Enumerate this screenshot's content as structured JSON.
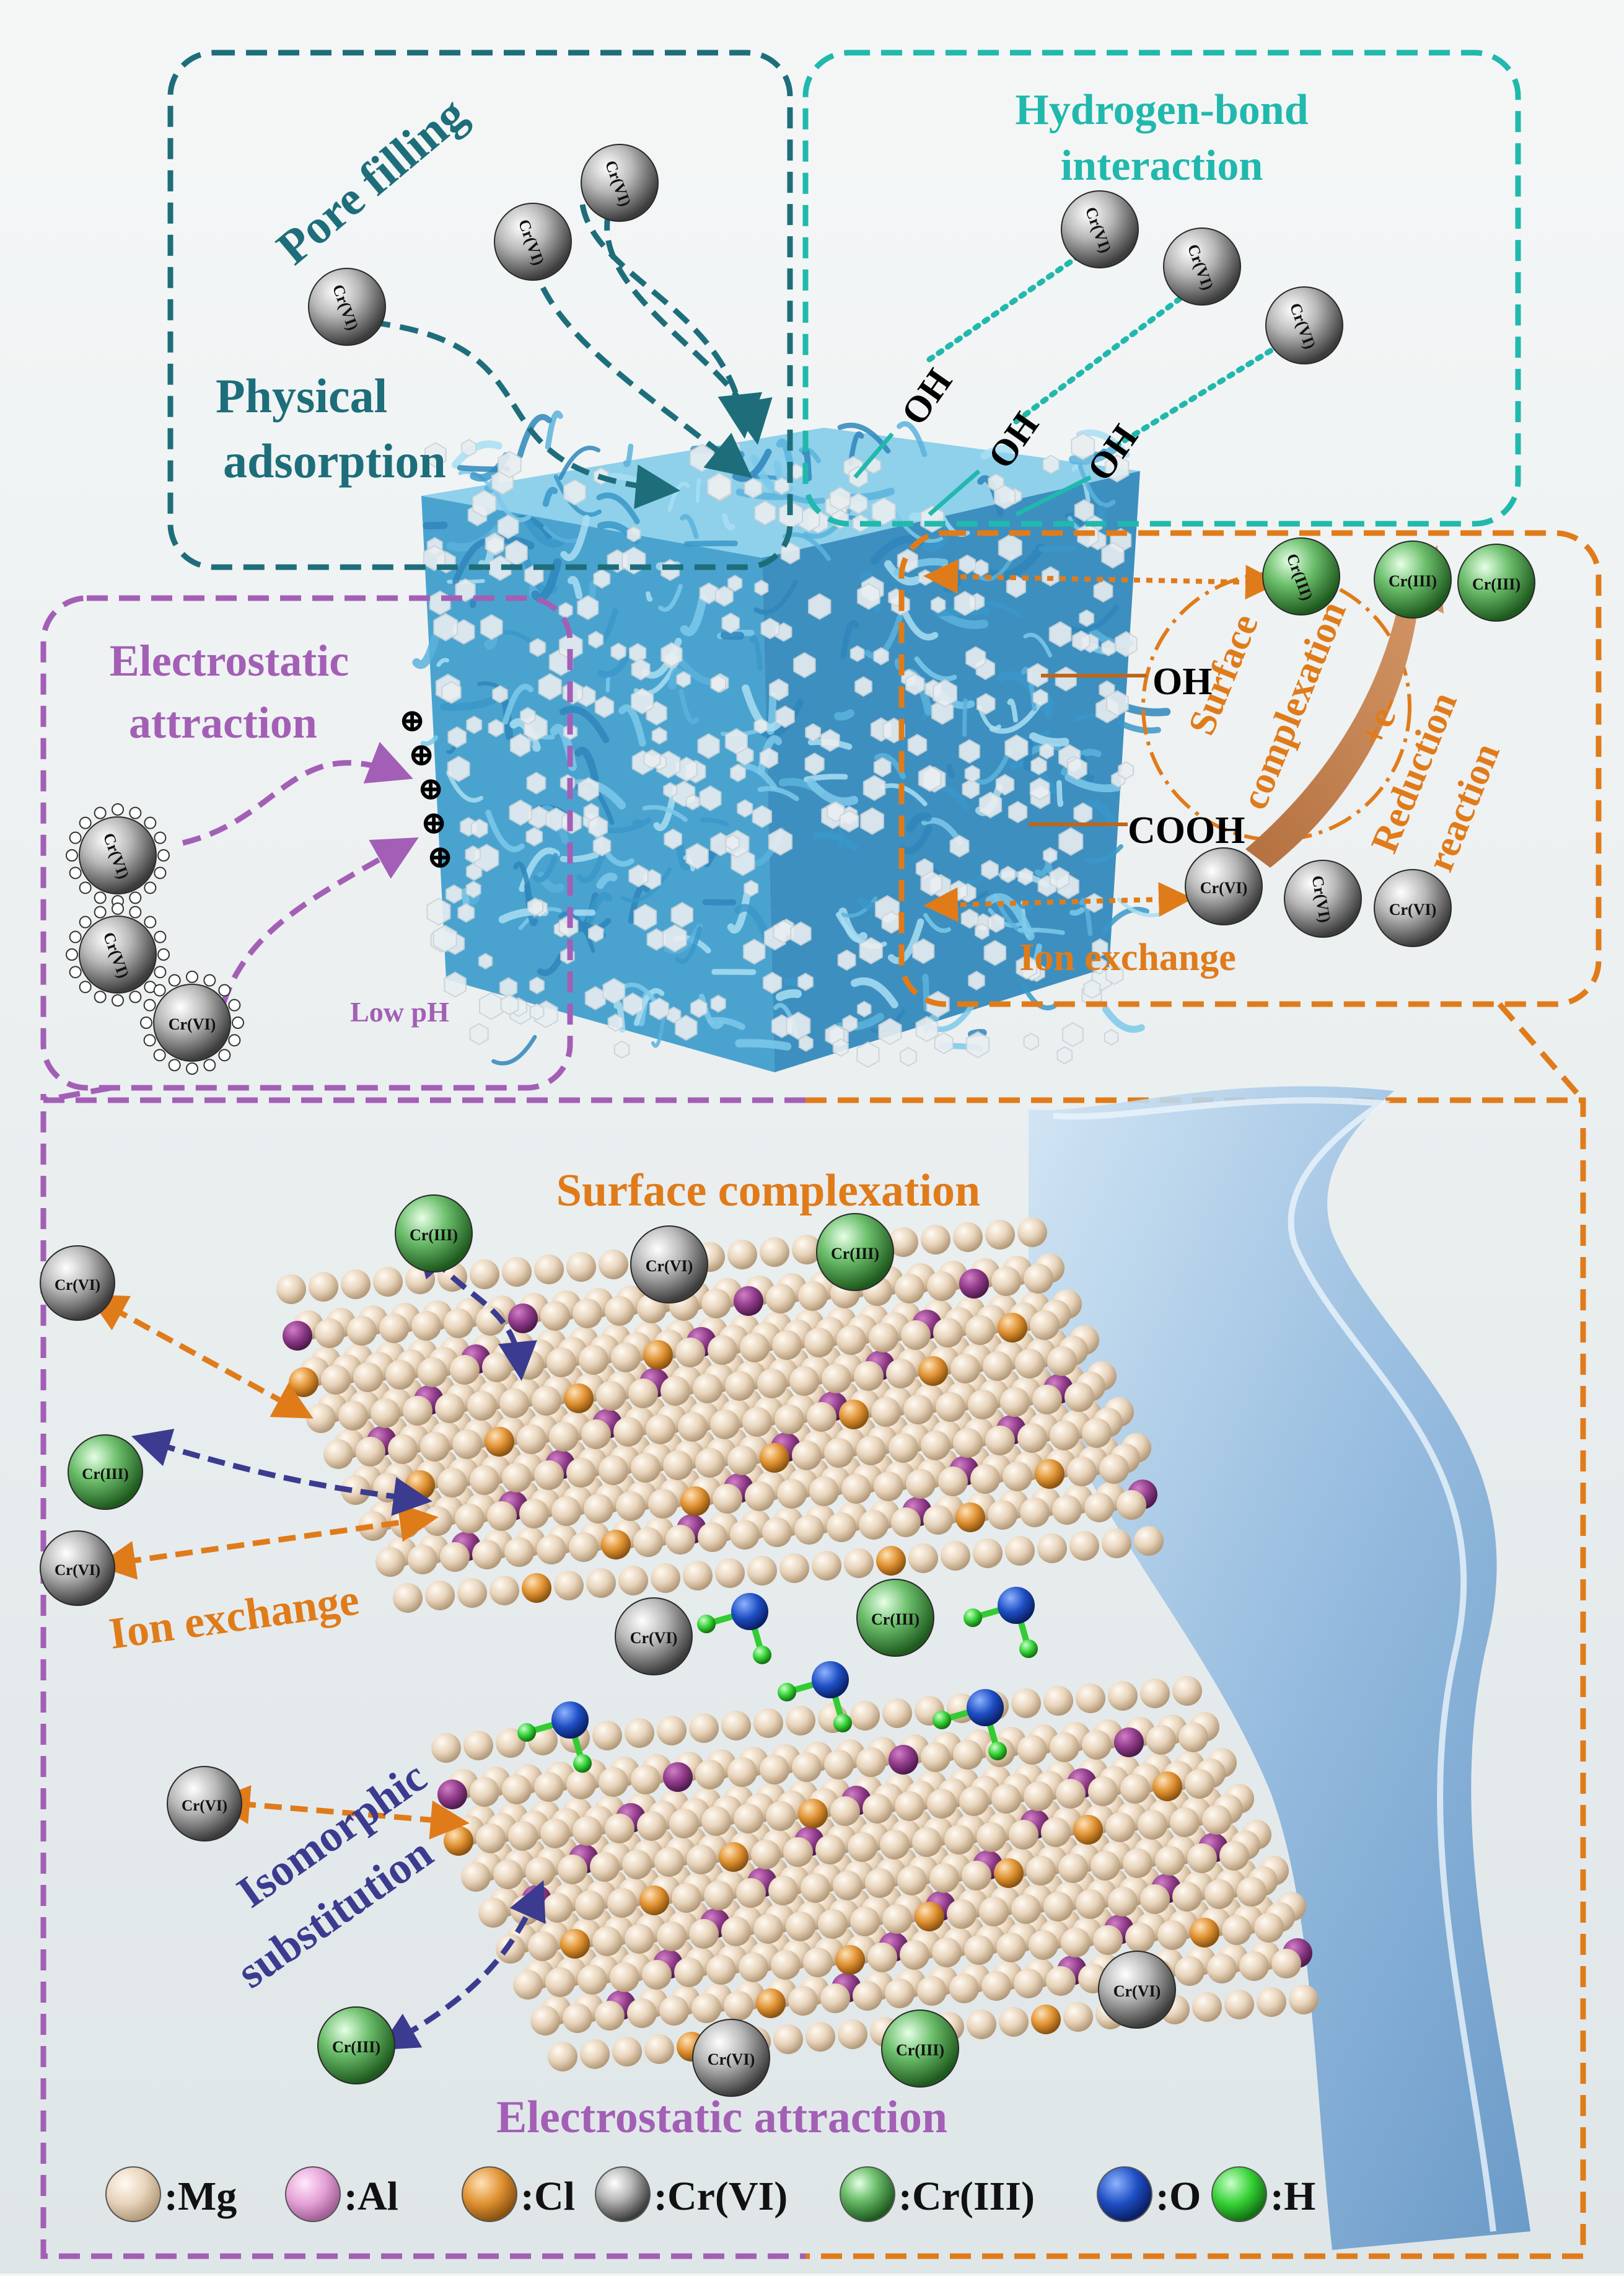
{
  "top": {
    "pore_filling": "Pore filling",
    "physical_adsorption": [
      "Physical",
      "adsorption"
    ],
    "hydrogen_bond": [
      "Hydrogen-bond",
      "interaction"
    ],
    "oh_label": "OH",
    "electrostatic": [
      "Electrostatic",
      "attraction"
    ],
    "low_ph": "Low pH",
    "plus_sign": "⊕",
    "surface_complexation": [
      "Surface",
      "complexation"
    ],
    "reduction": [
      "+e-",
      "Reduction",
      "reaction"
    ],
    "cooh_label": "COOH",
    "ion_exchange": "Ion exchange"
  },
  "bottom": {
    "surface_complexation": "Surface complexation",
    "ion_exchange": "Ion exchange",
    "isomorphic": [
      "Isomorphic",
      "substitution"
    ],
    "electrostatic": "Electrostatic attraction"
  },
  "ions": {
    "cr6": "Cr(VI)",
    "cr3": "Cr(III)"
  },
  "legend": [
    {
      "label": ":Mg",
      "color": "#e3cfb6"
    },
    {
      "label": ":Al",
      "color": "#e7a3d8"
    },
    {
      "label": ":Cl",
      "color": "#d98a2c"
    },
    {
      "label": ":Cr(VI)",
      "color": "#9a9a9a"
    },
    {
      "label": ":Cr(III)",
      "color": "#5fae5f"
    },
    {
      "label": ":O",
      "color": "#1f4fbf"
    },
    {
      "label": ":H",
      "color": "#33cc33"
    }
  ],
  "colors": {
    "teal_dark": "#1d6e7a",
    "teal_light": "#21b8ad",
    "purple": "#a35fb5",
    "orange": "#e07b1a",
    "navy": "#3b3b8f",
    "sponge": "#63b8dd"
  }
}
